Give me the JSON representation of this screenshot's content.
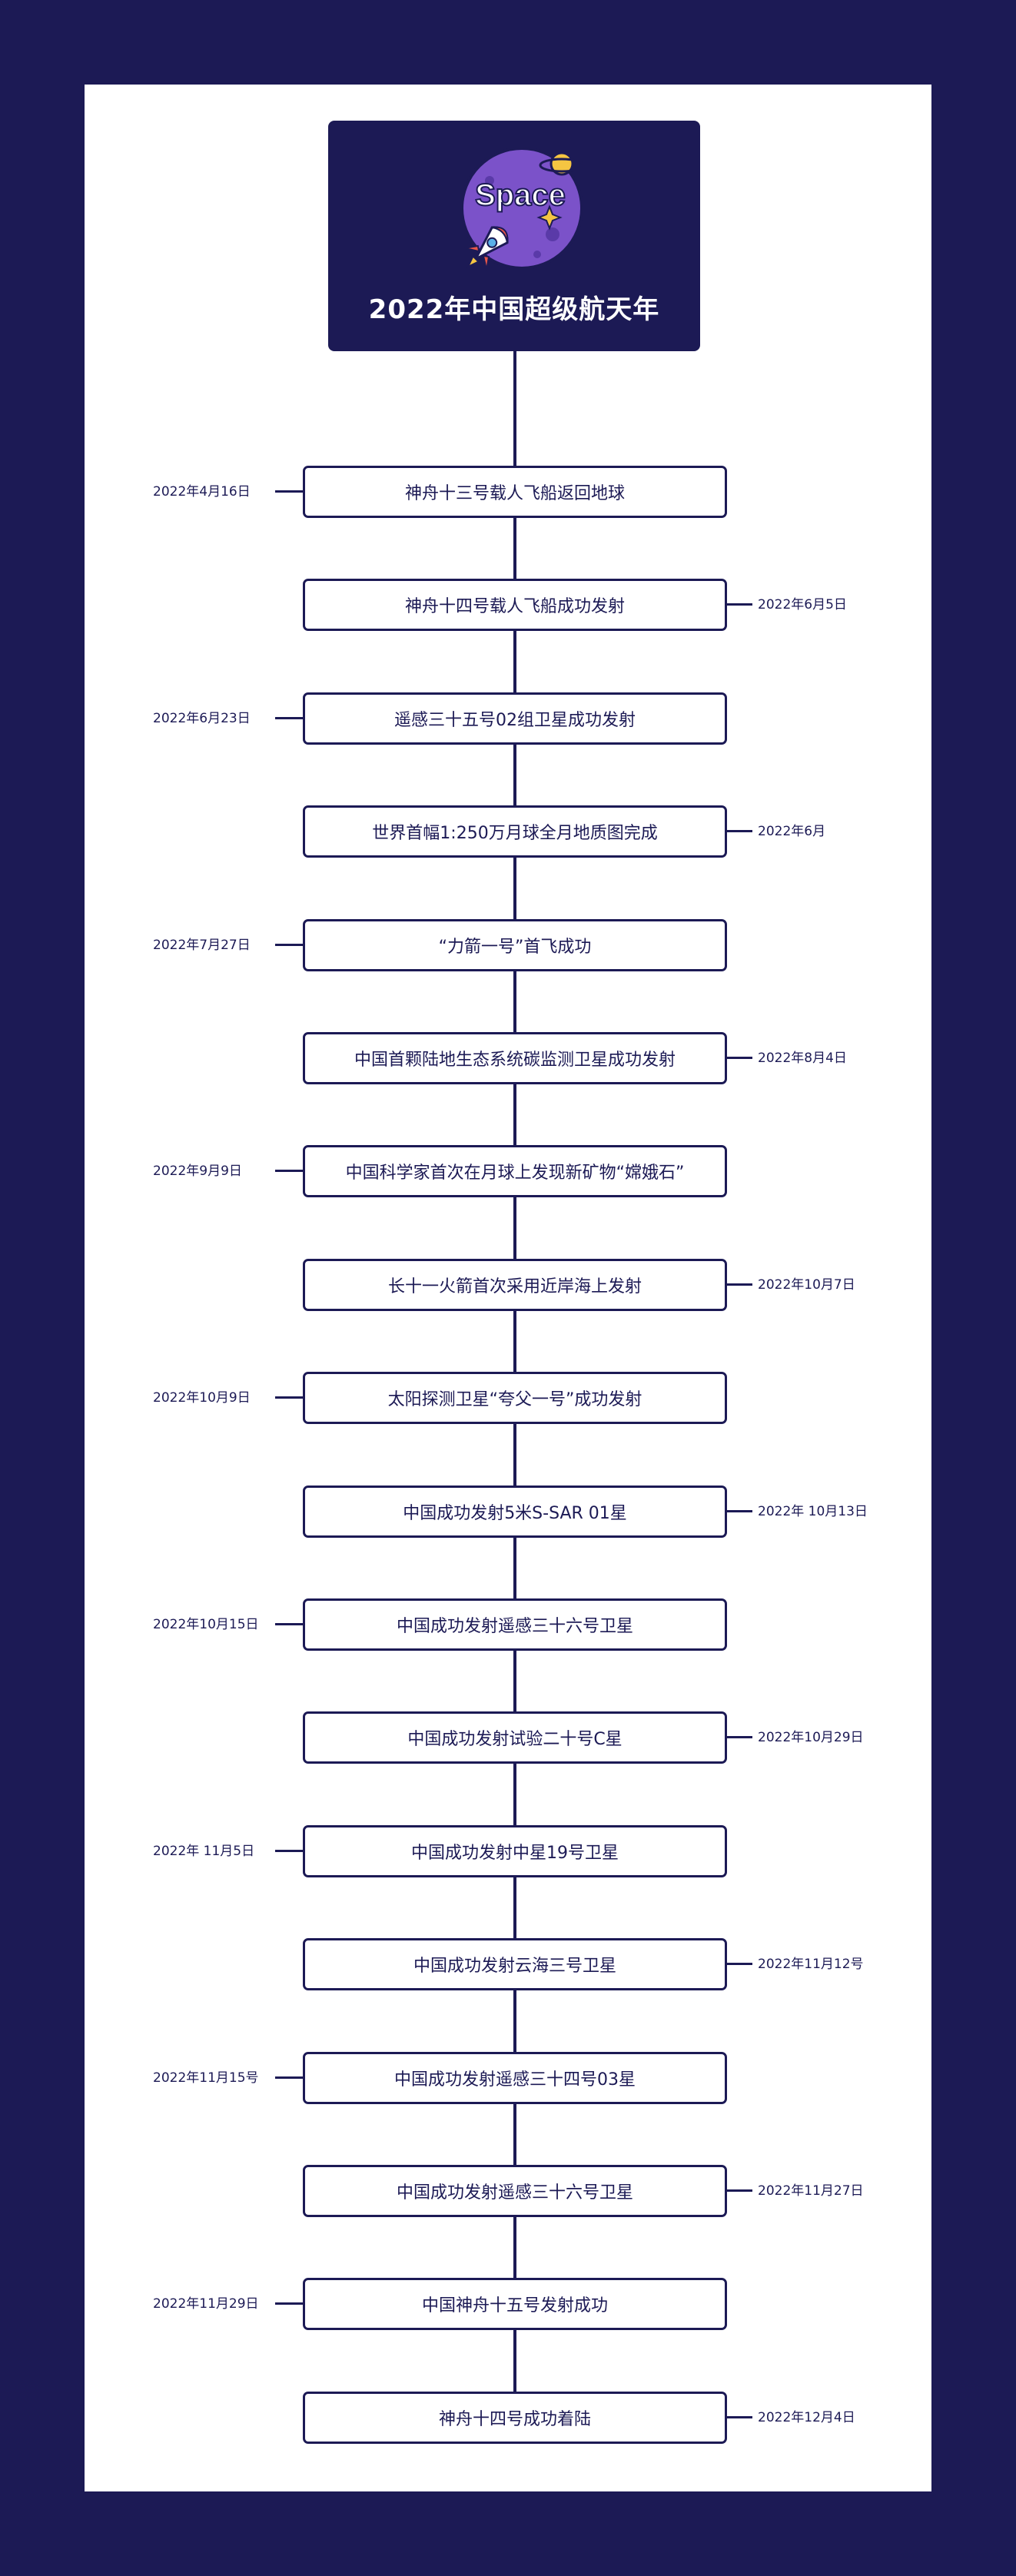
{
  "header": {
    "logo_text": "Space",
    "title": "2022年中国超级航天年"
  },
  "colors": {
    "navy": "#1c1a55",
    "white": "#ffffff",
    "logo_purple": "#7b52c9",
    "logo_yellow": "#f5c542",
    "logo_red": "#e8574a"
  },
  "events": [
    {
      "title": "神舟十三号载人飞船返回地球",
      "date": "2022年4月16日",
      "side": "left"
    },
    {
      "title": "神舟十四号载人飞船成功发射",
      "date": "2022年6月5日",
      "side": "right"
    },
    {
      "title": "遥感三十五号02组卫星成功发射",
      "date": "2022年6月23日",
      "side": "left"
    },
    {
      "title": "世界首幅1:250万月球全月地质图完成",
      "date": "2022年6月",
      "side": "right"
    },
    {
      "title": "“力箭一号”首飞成功",
      "date": "2022年7月27日",
      "side": "left"
    },
    {
      "title": "中国首颗陆地生态系统碳监测卫星成功发射",
      "date": "2022年8月4日",
      "side": "right"
    },
    {
      "title": "中国科学家首次在月球上发现新矿物“嫦娥石”",
      "date": "2022年9月9日",
      "side": "left"
    },
    {
      "title": "长十一火箭首次采用近岸海上发射",
      "date": "2022年10月7日",
      "side": "right"
    },
    {
      "title": "太阳探测卫星“夸父一号”成功发射",
      "date": "2022年10月9日",
      "side": "left"
    },
    {
      "title": "中国成功发射5米S-SAR 01星",
      "date": "2022年 10月13日",
      "side": "right"
    },
    {
      "title": "中国成功发射遥感三十六号卫星",
      "date": "2022年10月15日",
      "side": "left"
    },
    {
      "title": "中国成功发射试验二十号C星",
      "date": "2022年10月29日",
      "side": "right"
    },
    {
      "title": "中国成功发射中星19号卫星",
      "date": "2022年 11月5日",
      "side": "left"
    },
    {
      "title": "中国成功发射云海三号卫星",
      "date": "2022年11月12号",
      "side": "right"
    },
    {
      "title": "中国成功发射遥感三十四号03星",
      "date": "2022年11月15号",
      "side": "left"
    },
    {
      "title": "中国成功发射遥感三十六号卫星",
      "date": "2022年11月27日",
      "side": "right"
    },
    {
      "title": "中国神舟十五号发射成功",
      "date": "2022年11月29日",
      "side": "left"
    },
    {
      "title": "神舟十四号成功着陆",
      "date": "2022年12月4日",
      "side": "right"
    }
  ]
}
